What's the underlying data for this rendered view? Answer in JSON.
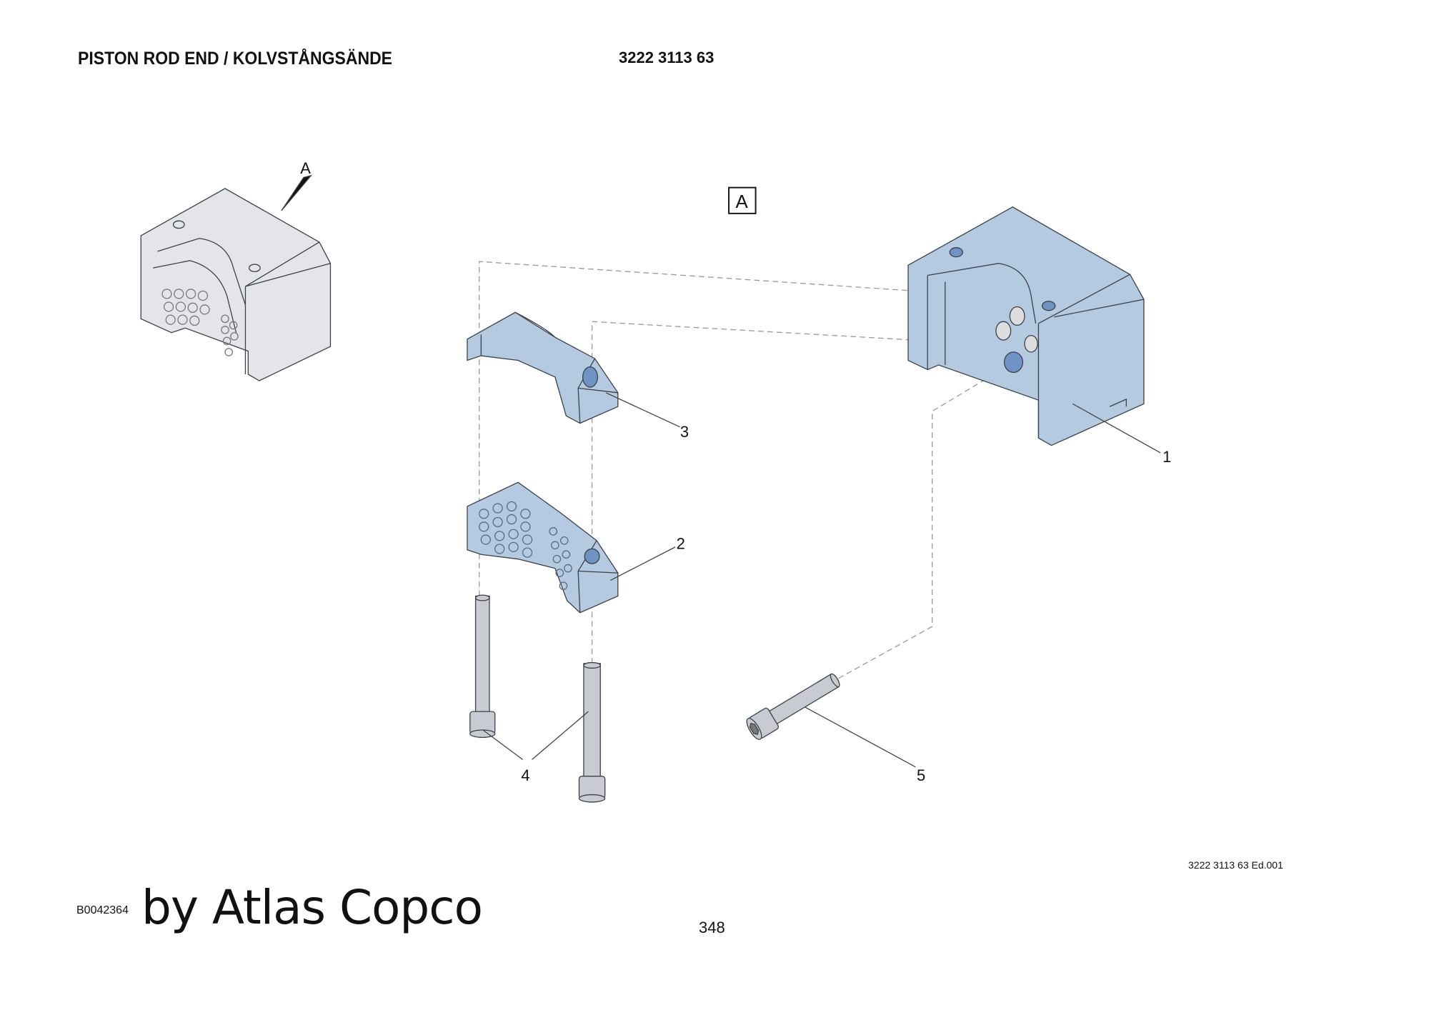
{
  "header": {
    "title": "PISTON ROD END / KOLVSTÅNGSÄNDE",
    "part_number": "3222 3113 63"
  },
  "diagram": {
    "view_label": "A",
    "overview_arrow_label": "A",
    "callouts": [
      "1",
      "2",
      "3",
      "4",
      "5"
    ],
    "colors": {
      "part_fill": "#b4cae1",
      "overview_fill": "#e3e5e9",
      "edge": "#3c4048"
    }
  },
  "footer": {
    "edition": "3222 3113 63 Ed.001",
    "drawing_id": "B0042364",
    "brand": "by Atlas Copco",
    "page_number": "348"
  }
}
